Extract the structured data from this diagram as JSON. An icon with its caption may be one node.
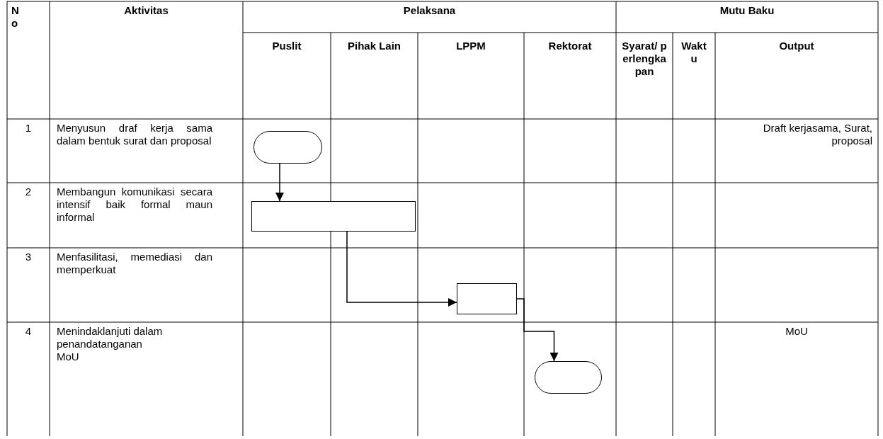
{
  "diagram": {
    "nodes": [
      {
        "text": [],
        "shape": "capsule"
      },
      {
        "text": [],
        "shape": "box"
      },
      {
        "text": [],
        "shape": "box"
      },
      {
        "text": [],
        "shape": "capsule"
      }
    ],
    "edges": [
      {
        "from": 0,
        "to": 1,
        "arrow": "to"
      },
      {
        "from": 1,
        "to": 2,
        "arrow": "to"
      },
      {
        "from": 2,
        "to": 3,
        "arrow": "to"
      }
    ],
    "labels": [
      "No",
      "Aktivitas",
      "Pelaksana",
      "Mutu Baku",
      "Puslit",
      "Pihak Lain",
      "LPPM",
      "Rektorat",
      "Syarat/ perlengkapan",
      "Waktu",
      "Output",
      "1",
      "Menyusun draf kerja sama dalam bentuk surat dan proposal",
      "Draft kerjasama, Surat, proposal",
      "2",
      "Membangun komunikasi secara intensif baik formal maun informal",
      "3",
      "Menfasilitasi, memediasi dan memperkuat",
      "4",
      "Menindaklanjuti dalam penandatanganan MoU",
      "MoU"
    ]
  }
}
